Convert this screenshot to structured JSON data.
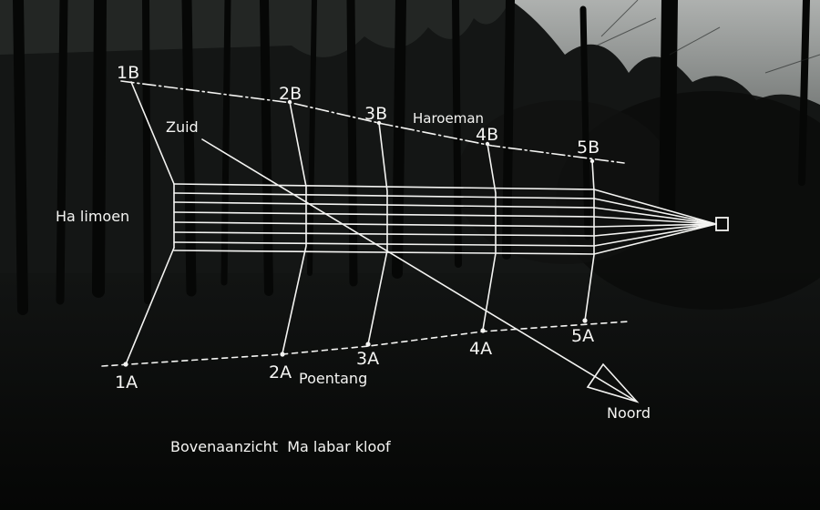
{
  "colors": {
    "ink": "#f4f4f2",
    "sky": "#b9bcba",
    "forest_dark": "#050605",
    "forest_mid": "#1a1c1b"
  },
  "labels": {
    "halimoen": "Ha limoen",
    "zuid": "Zuid",
    "haroeman": "Haroeman",
    "poentang": "Poentang",
    "noord": "Noord",
    "caption": "Bovenaanzicht  Ma labar kloof",
    "b_points": [
      "1B",
      "2B",
      "3B",
      "4B",
      "5B"
    ],
    "a_points": [
      "1A",
      "2A",
      "3A",
      "4A",
      "5A"
    ]
  }
}
